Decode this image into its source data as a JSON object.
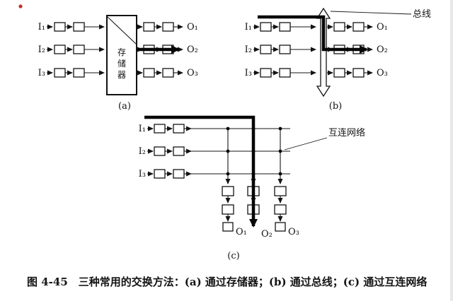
{
  "figure": {
    "caption": "图 4-45　三种常用的交换方法：(a) 通过存储器；(b) 通过总线；(c) 通过互连网络"
  },
  "labels": {
    "inputs": [
      "I₁",
      "I₂",
      "I₃"
    ],
    "outputs": [
      "O₁",
      "O₂",
      "O₃"
    ]
  },
  "diagram_a": {
    "tag": "(a)",
    "memory_chars": [
      "存",
      "储",
      "器"
    ]
  },
  "diagram_b": {
    "tag": "(b)",
    "bus_label": "总线"
  },
  "diagram_c": {
    "tag": "(c)",
    "network_label": "互连网络"
  }
}
